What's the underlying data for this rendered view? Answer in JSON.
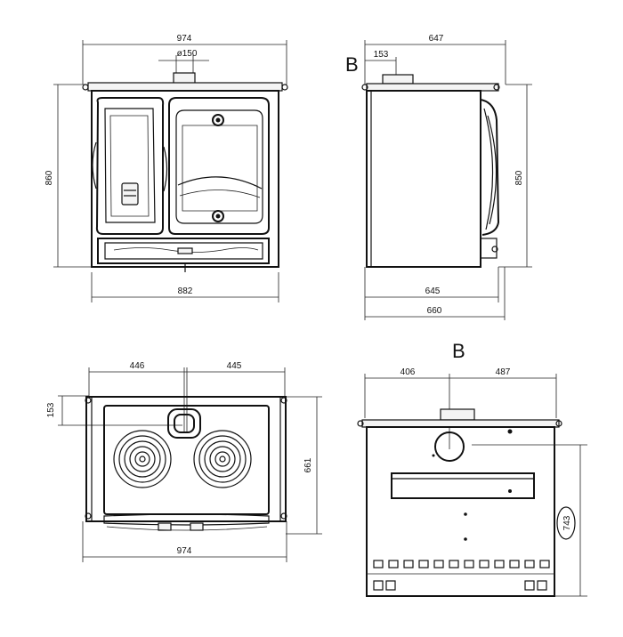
{
  "front_view": {
    "overall_width": "974",
    "flue_diameter": "ø150",
    "height": "860",
    "base_width": "882"
  },
  "side_view": {
    "view_label": "B",
    "overall_depth": "647",
    "flue_offset": "153",
    "height": "850",
    "body_depth": "645",
    "total_depth": "660"
  },
  "top_view": {
    "left_offset": "446",
    "right_offset": "445",
    "flue_offset": "153",
    "depth": "661",
    "width": "974"
  },
  "rear_view": {
    "view_label": "B",
    "left_offset": "406",
    "right_offset": "487",
    "flue_height": "743"
  }
}
